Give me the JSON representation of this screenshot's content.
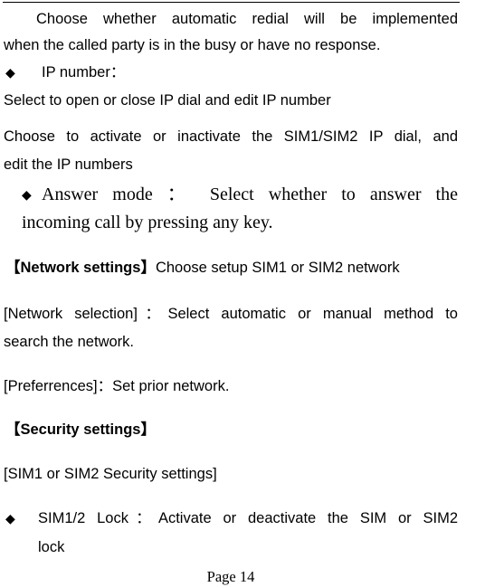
{
  "lines": {
    "l1": "Choose whether automatic redial will be implemented",
    "l2": "when the called party is in the busy or have no response.",
    "ip_bullet": "◆",
    "ip_heading": "IP number：",
    "l4": "Select to open or close IP dial and edit IP number",
    "l5": "Choose to activate or inactivate the SIM1/SIM2 IP dial, and",
    "l6": "edit the IP numbers",
    "answer_bullet": "◆",
    "l7": "Answer mode ： Select whether to answer the",
    "l8": "incoming call by pressing any key.",
    "network_heading": "【Network settings】",
    "network_desc": "Choose setup SIM1 or SIM2 network",
    "l10": "[Network selection]：Select automatic or manual method to",
    "l11": "search the network.",
    "l12": "[Preferrences]：Set prior network.",
    "security_heading": "【Security settings】",
    "l14": "[SIM1 or SIM2 Security settings]",
    "lock_bullet": "◆",
    "l15": "SIM1/2 Lock：Activate or deactivate the SIM or SIM2",
    "l16": "lock"
  },
  "footer": {
    "page": "Page 14"
  }
}
